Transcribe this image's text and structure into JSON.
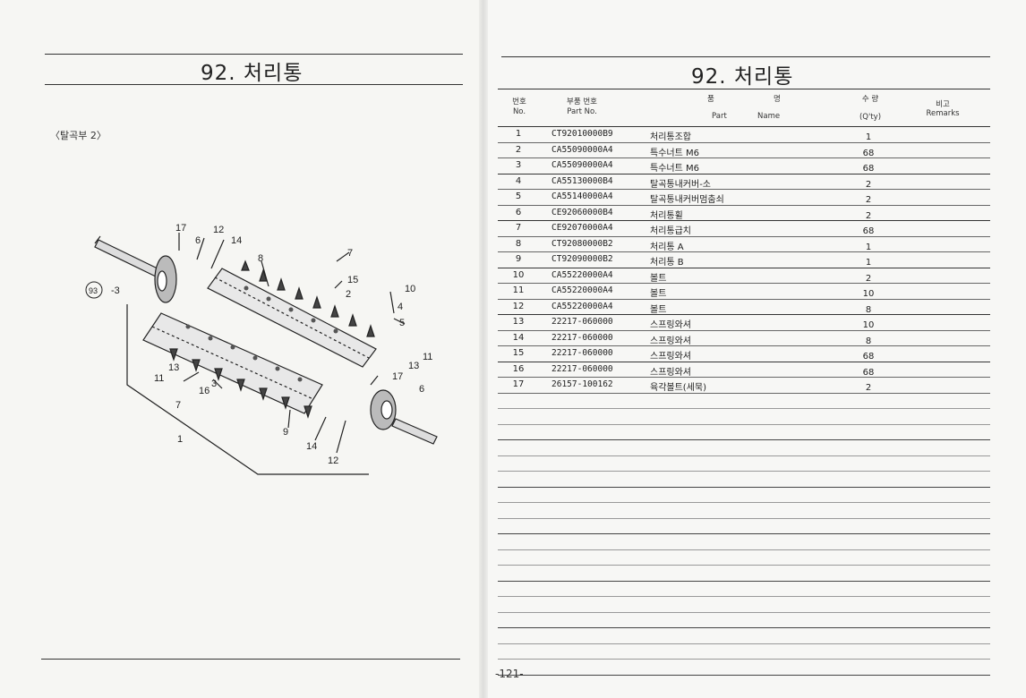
{
  "left_page": {
    "title": "92. 처리통",
    "subtitle": "〈탈곡부 2〉",
    "callouts": {
      "n17a": "17",
      "n12a": "12",
      "n6a": "6",
      "n14a": "14",
      "n8": "8",
      "n7a": "7",
      "n15": "15",
      "n2": "2",
      "n10": "10",
      "n4": "4",
      "n5": "5",
      "n93": "93",
      "n3a": "-3",
      "n11a": "11",
      "n13a": "13",
      "n17b": "17",
      "n6b": "6",
      "n13b": "13",
      "n11b": "11",
      "n3b": "3",
      "n16": "16",
      "n7b": "7",
      "n1": "1",
      "n9": "9",
      "n14b": "14",
      "n12b": "12"
    }
  },
  "right_page": {
    "title": "92. 처리통",
    "headers": {
      "no_ko": "번호",
      "no_en": "No.",
      "part_ko": "부품 번호",
      "part_en": "Part   No.",
      "name_ko_1": "품",
      "name_ko_2": "명",
      "name_en_1": "Part",
      "name_en_2": "Name",
      "qty_ko": "수  량",
      "qty_en": "(Q'ty)",
      "rem_ko": "비고",
      "rem_en": "Remarks"
    },
    "rows": [
      {
        "no": "1",
        "part": "CT92010000B9",
        "name": "처리통조합",
        "qty": "1"
      },
      {
        "no": "2",
        "part": "CA55090000A4",
        "name": "특수너트 M6",
        "qty": "68"
      },
      {
        "no": "3",
        "part": "CA55090000A4",
        "name": "특수너트 M6",
        "qty": "68"
      },
      {
        "no": "4",
        "part": "CA55130000B4",
        "name": "탈곡통내커버-소",
        "qty": "2"
      },
      {
        "no": "5",
        "part": "CA55140000A4",
        "name": "탈곡통내커버멈춤쇠",
        "qty": "2"
      },
      {
        "no": "6",
        "part": "CE92060000B4",
        "name": "처리통휠",
        "qty": "2"
      },
      {
        "no": "7",
        "part": "CE92070000A4",
        "name": "처리통급치",
        "qty": "68"
      },
      {
        "no": "8",
        "part": "CT92080000B2",
        "name": "처리통 A",
        "qty": "1"
      },
      {
        "no": "9",
        "part": "CT92090000B2",
        "name": "처리통 B",
        "qty": "1"
      },
      {
        "no": "10",
        "part": "CA55220000A4",
        "name": "볼트",
        "qty": "2"
      },
      {
        "no": "11",
        "part": "CA55220000A4",
        "name": "볼트",
        "qty": "10"
      },
      {
        "no": "12",
        "part": "CA55220000A4",
        "name": "볼트",
        "qty": "8"
      },
      {
        "no": "13",
        "part": "22217-060000",
        "name": "스프링와셔",
        "qty": "10"
      },
      {
        "no": "14",
        "part": "22217-060000",
        "name": "스프링와셔",
        "qty": "8"
      },
      {
        "no": "15",
        "part": "22217-060000",
        "name": "스프링와셔",
        "qty": "68"
      },
      {
        "no": "16",
        "part": "22217-060000",
        "name": "스프링와셔",
        "qty": "68"
      },
      {
        "no": "17",
        "part": "26157-100162",
        "name": "육각볼트(세묵)",
        "qty": "2"
      }
    ],
    "page_number": "-121-"
  }
}
